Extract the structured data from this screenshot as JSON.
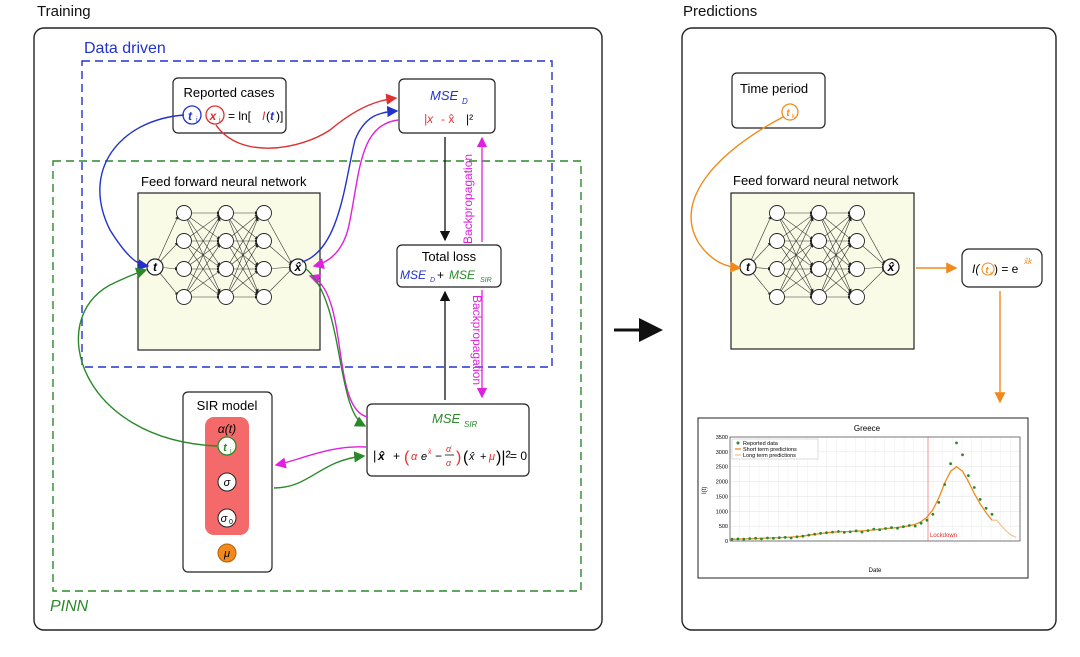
{
  "training": {
    "title": "Training",
    "data_driven_label": "Data driven",
    "pinn_label": "PINN",
    "reported_cases": {
      "title": "Reported cases",
      "t": "t",
      "ti": "i",
      "x": "x",
      "xi": "i",
      "eq": "= ln[",
      "I": "I",
      "eq_close": ")]"
    },
    "mse_d": {
      "label": "MSE",
      "sub": "D",
      "expr": "|x",
      "expr2": " - x̂",
      "expr3": "|²"
    },
    "nn_title": "Feed forward neural network",
    "nn_input": "t",
    "nn_output": "x̂",
    "total_loss": {
      "title": "Total loss",
      "l1": "MSE",
      "l1sub": "D",
      "plus": " + ",
      "l2": "MSE",
      "l2sub": "SIR"
    },
    "backprop_1": "Backpropagation",
    "backprop_2": "Backpropagation",
    "sir": {
      "title": "SIR model",
      "alpha": "α(t)",
      "ti": "t",
      "ti_sub": "j",
      "sigma": "σ",
      "sigma0": "σ",
      "sigma0_sub": "0",
      "mu": "μ"
    },
    "mse_sir": {
      "label": "MSE",
      "sub": "SIR",
      "eq_tail": "= 0"
    }
  },
  "predictions": {
    "title": "Predictions",
    "time_period": {
      "title": "Time period",
      "t": "t",
      "t_sub": "k"
    },
    "nn_title": "Feed forward neural network",
    "nn_input": "t",
    "nn_output": "x̂",
    "output_eq": {
      "I": "I(",
      "t": "t",
      "t_sub": "k",
      "mid": ") = e",
      "sup": "x̂k"
    }
  },
  "colors": {
    "blue": "#2233cc",
    "red": "#e03030",
    "green": "#2a8a2a",
    "magenta": "#e020e0",
    "orange": "#f08a1c"
  },
  "chart_data": {
    "type": "line",
    "title": "Greece",
    "xlabel": "Date",
    "ylabel": "I(t)",
    "ylim": [
      0,
      3500
    ],
    "yticks": [
      0,
      500,
      1000,
      1500,
      2000,
      2500,
      3000,
      3500
    ],
    "legend": [
      "Reported data",
      "Short term predictions",
      "Long term predictions"
    ],
    "legend_position": "top-left",
    "annotation": "Lockdown",
    "grid": true,
    "series": [
      {
        "name": "Reported data",
        "values": [
          60,
          70,
          60,
          80,
          90,
          70,
          100,
          90,
          110,
          120,
          100,
          140,
          160,
          200,
          230,
          260,
          280,
          300,
          320,
          290,
          310,
          340,
          300,
          350,
          400,
          380,
          420,
          450,
          430,
          480,
          520,
          500,
          600,
          700,
          900,
          1300,
          1900,
          2600,
          3300,
          2900,
          2200,
          1800,
          1400,
          1100,
          900
        ]
      },
      {
        "name": "Short term predictions",
        "values": [
          60,
          65,
          70,
          75,
          80,
          90,
          100,
          105,
          110,
          120,
          130,
          145,
          165,
          195,
          225,
          250,
          275,
          295,
          310,
          315,
          320,
          330,
          340,
          355,
          375,
          395,
          415,
          435,
          455,
          480,
          510,
          560,
          650,
          800,
          1050,
          1450,
          1950,
          2350,
          2500,
          2350,
          2000,
          1600,
          1250,
          950,
          700
        ]
      },
      {
        "name": "Long term predictions",
        "values": [
          700,
          500,
          330,
          200,
          120
        ]
      }
    ]
  }
}
